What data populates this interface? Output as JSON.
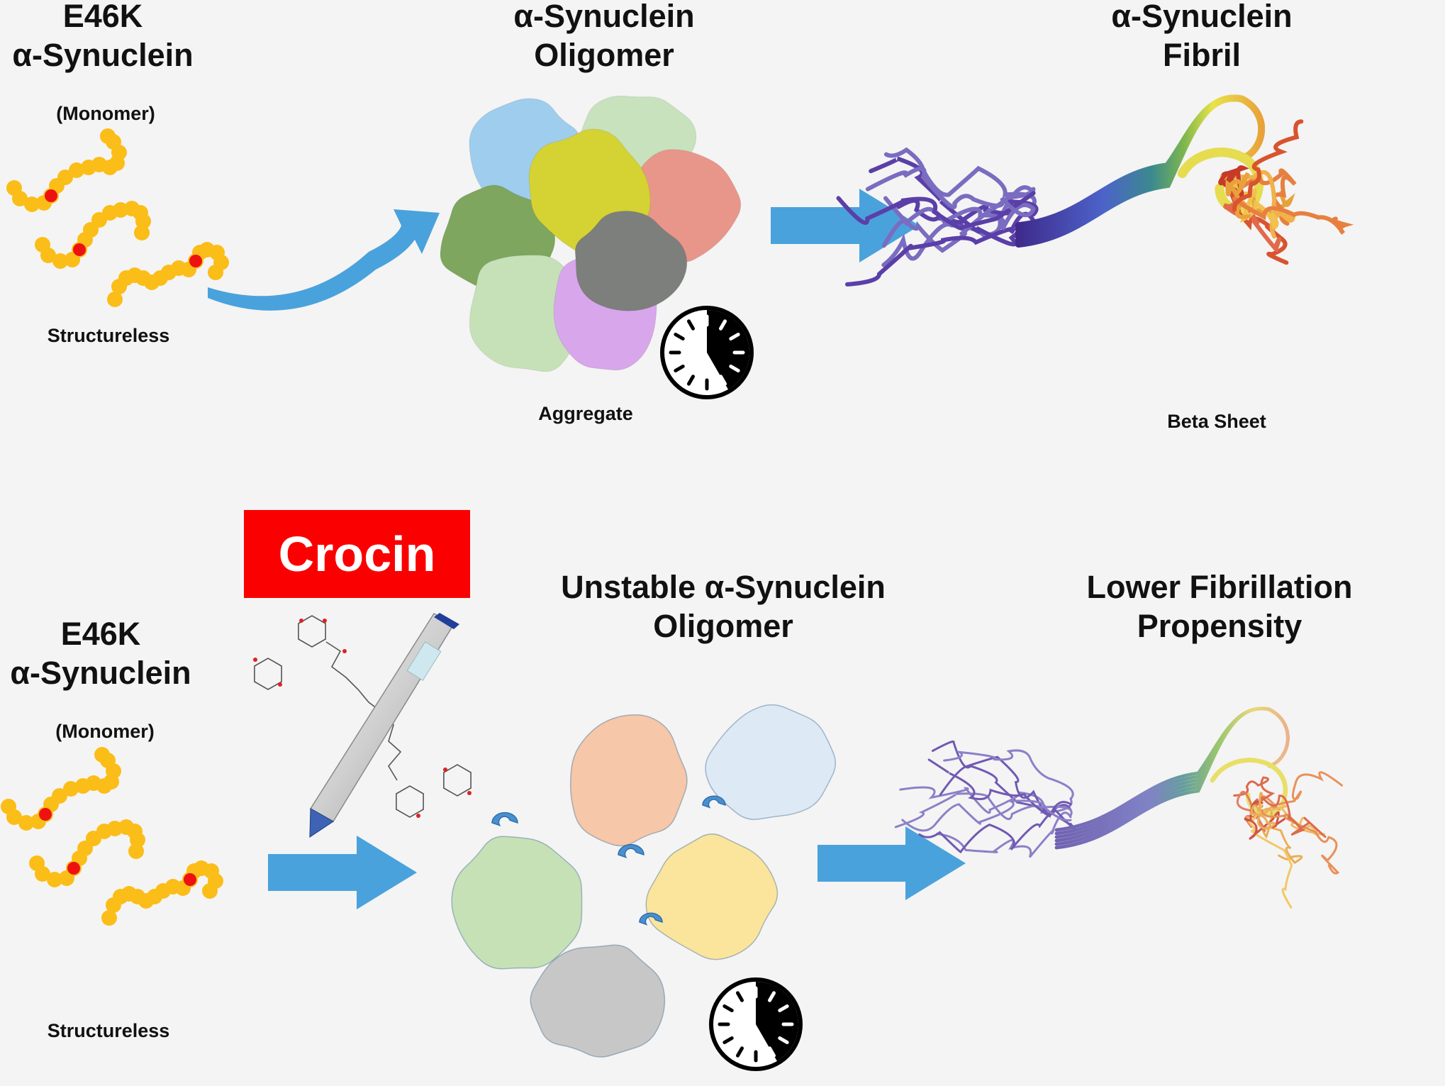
{
  "top_row": {
    "monomer_title_line1": "E46K",
    "monomer_title_line2": "α-Synuclein",
    "monomer_subtitle": "(Monomer)",
    "monomer_caption": "Structureless",
    "oligomer_title_line1": "α-Synuclein",
    "oligomer_title_line2": "Oligomer",
    "oligomer_caption": "Aggregate",
    "fibril_title_line1": "α-Synuclein",
    "fibril_title_line2": "Fibril",
    "fibril_caption": "Beta Sheet"
  },
  "bottom_row": {
    "compound_label": "Crocin",
    "monomer_title_line1": "E46K",
    "monomer_title_line2": "α-Synuclein",
    "monomer_subtitle": "(Monomer)",
    "monomer_caption": "Structureless",
    "oligomer_title_line1": "Unstable α-Synuclein",
    "oligomer_title_line2": "Oligomer",
    "result_title_line1": "Lower Fibrillation",
    "result_title_line2": "Propensity"
  },
  "colors": {
    "background": "#f4f4f4",
    "arrow": "#4aa2dc",
    "bead": "#fbbd17",
    "mutation_bead": "#ee1111",
    "crocin_box": "#fb0000",
    "oligomer_top": [
      "#9fcdee",
      "#c7e2bd",
      "#d5d233",
      "#e8968a",
      "#7ea65e",
      "#7d7f7c",
      "#c6e1b8",
      "#d8a6ea"
    ],
    "oligomer_bottom": [
      "#f6c7a8",
      "#dde9f4",
      "#c7e1b7",
      "#fbe59c",
      "#c7c7c7"
    ],
    "clock_fill": "#000000"
  },
  "icons": [
    "clock-icon",
    "pipette-icon",
    "crocin-molecule-icon",
    "arrow-icon"
  ]
}
